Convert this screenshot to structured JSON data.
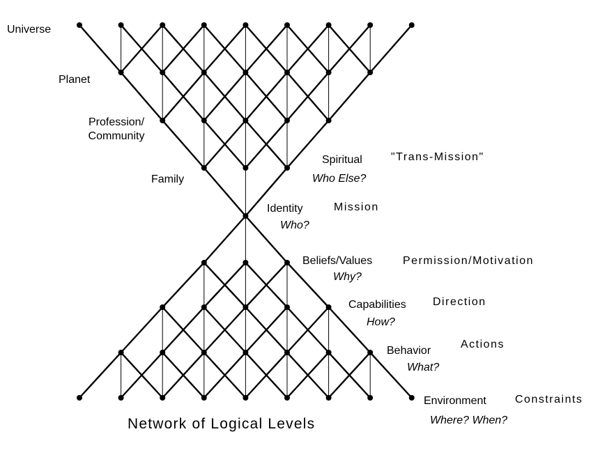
{
  "diagram": {
    "title": "Network of Logical Levels",
    "levels": [
      {
        "label": "Universe"
      },
      {
        "label": "Planet"
      },
      {
        "label": "Profession/",
        "label2": "Community"
      },
      {
        "label": "Family"
      },
      {
        "label": "Spiritual",
        "question": "Who Else?",
        "focus": "\"Trans-Mission\""
      },
      {
        "label": "Identity",
        "question": "Who?",
        "focus": "Mission"
      },
      {
        "label": "Beliefs/Values",
        "question": "Why?",
        "focus": "Permission/Motivation"
      },
      {
        "label": "Capabilities",
        "question": "How?",
        "focus": "Direction"
      },
      {
        "label": "Behavior",
        "question": "What?",
        "focus": "Actions"
      },
      {
        "label": "Environment",
        "question": "Where? When?",
        "focus": "Constraints"
      }
    ]
  }
}
